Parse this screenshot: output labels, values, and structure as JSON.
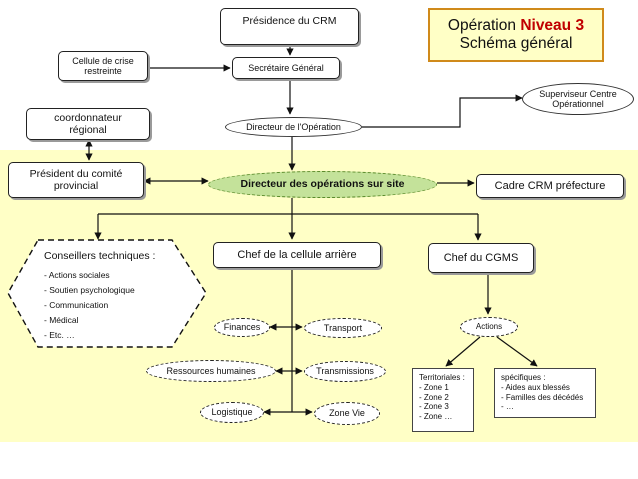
{
  "title_box": {
    "prefix": "Opération ",
    "highlight": "Niveau 3",
    "line2": "Schéma général"
  },
  "nodes": {
    "presidence": "Présidence du CRM",
    "cellule_crise": "Cellule de crise restreinte",
    "secretaire": "Secrétaire Général",
    "coordonnateur": "coordonnateur régional",
    "directeur_operation": "Directeur de l'Opération",
    "superviseur": "Superviseur Centre Opérationnel",
    "president_comite": "Président du comité provincial",
    "directeur_site": "Directeur des opérations sur site",
    "cadre_crm": "Cadre CRM préfecture",
    "chef_cellule": "Chef de la cellule arrière",
    "chef_cgms": "Chef du CGMS",
    "actions": "Actions",
    "finances": "Finances",
    "transport": "Transport",
    "ressources_humaines": "Ressources humaines",
    "transmissions": "Transmissions",
    "logistique": "Logistique",
    "zone_vie": "Zone Vie"
  },
  "conseillers": {
    "title": "Conseillers techniques :",
    "items": [
      "- Actions sociales",
      "- Soutien psychologique",
      "- Communication",
      "- Médical",
      "- Etc.   …"
    ]
  },
  "territoriales": {
    "title": "Territoriales :",
    "items": [
      "- Zone 1",
      "- Zone 2",
      "- Zone 3",
      "- Zone …"
    ]
  },
  "specifiques": {
    "title": "spécifiques :",
    "items": [
      "- Aides aux blessés",
      "- Familles des décédés",
      "- …"
    ]
  },
  "colors": {
    "band": "#ffffc6",
    "pill_green": "#c4e29a",
    "title_border": "#d08a1a",
    "highlight": "#c00000"
  }
}
